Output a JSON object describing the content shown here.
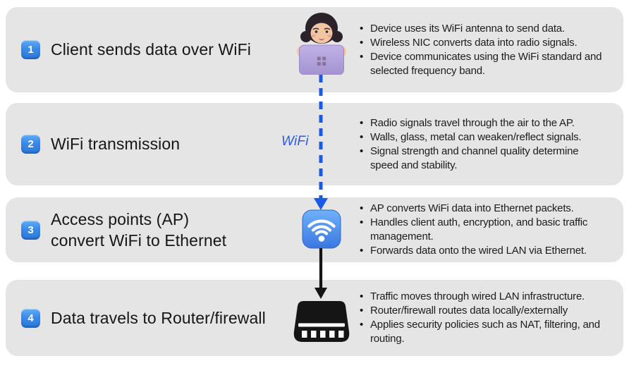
{
  "steps": [
    {
      "number": "1",
      "title": "Client sends data over WiFi",
      "bullets": [
        "Device uses its WiFi antenna to send data.",
        "Wireless NIC converts data into radio signals.",
        "Device communicates using the WiFi standard and selected frequency band."
      ]
    },
    {
      "number": "2",
      "title": "WiFi transmission",
      "bullets": [
        "Radio signals travel through the air to the AP.",
        "Walls, glass, metal can weaken/reflect signals.",
        "Signal strength and channel quality determine speed and stability."
      ]
    },
    {
      "number": "3",
      "title": "Access points (AP)\nconvert WiFi to Ethernet",
      "bullets": [
        "AP converts WiFi data into Ethernet packets.",
        "Handles client auth, encryption, and basic traffic management.",
        "Forwards data onto the wired LAN via Ethernet."
      ]
    },
    {
      "number": "4",
      "title": "Data travels to Router/firewall",
      "bullets": [
        "Traffic moves through wired LAN infrastructure.",
        "Router/firewall routes data locally/externally",
        "Applies security policies such as NAT, filtering, and routing."
      ]
    }
  ],
  "connector": {
    "wifi_label": "WiFi"
  },
  "icons": {
    "step_1": "woman-at-laptop-icon",
    "step_3": "wifi-access-point-icon",
    "step_4": "router-switch-icon",
    "link_1_to_3": "dashed-arrow-down-icon",
    "link_3_to_4": "solid-arrow-down-icon"
  },
  "colors": {
    "panel_background": "#e5e5e5",
    "badge_blue": "#3b82e0",
    "wifi_arrow_blue": "#1b5ae4",
    "wifi_icon_blue": "#4a90ee",
    "arrow_black": "#141414",
    "laptop_purple": "#b1a0d8",
    "text": "#1a1a1a"
  }
}
